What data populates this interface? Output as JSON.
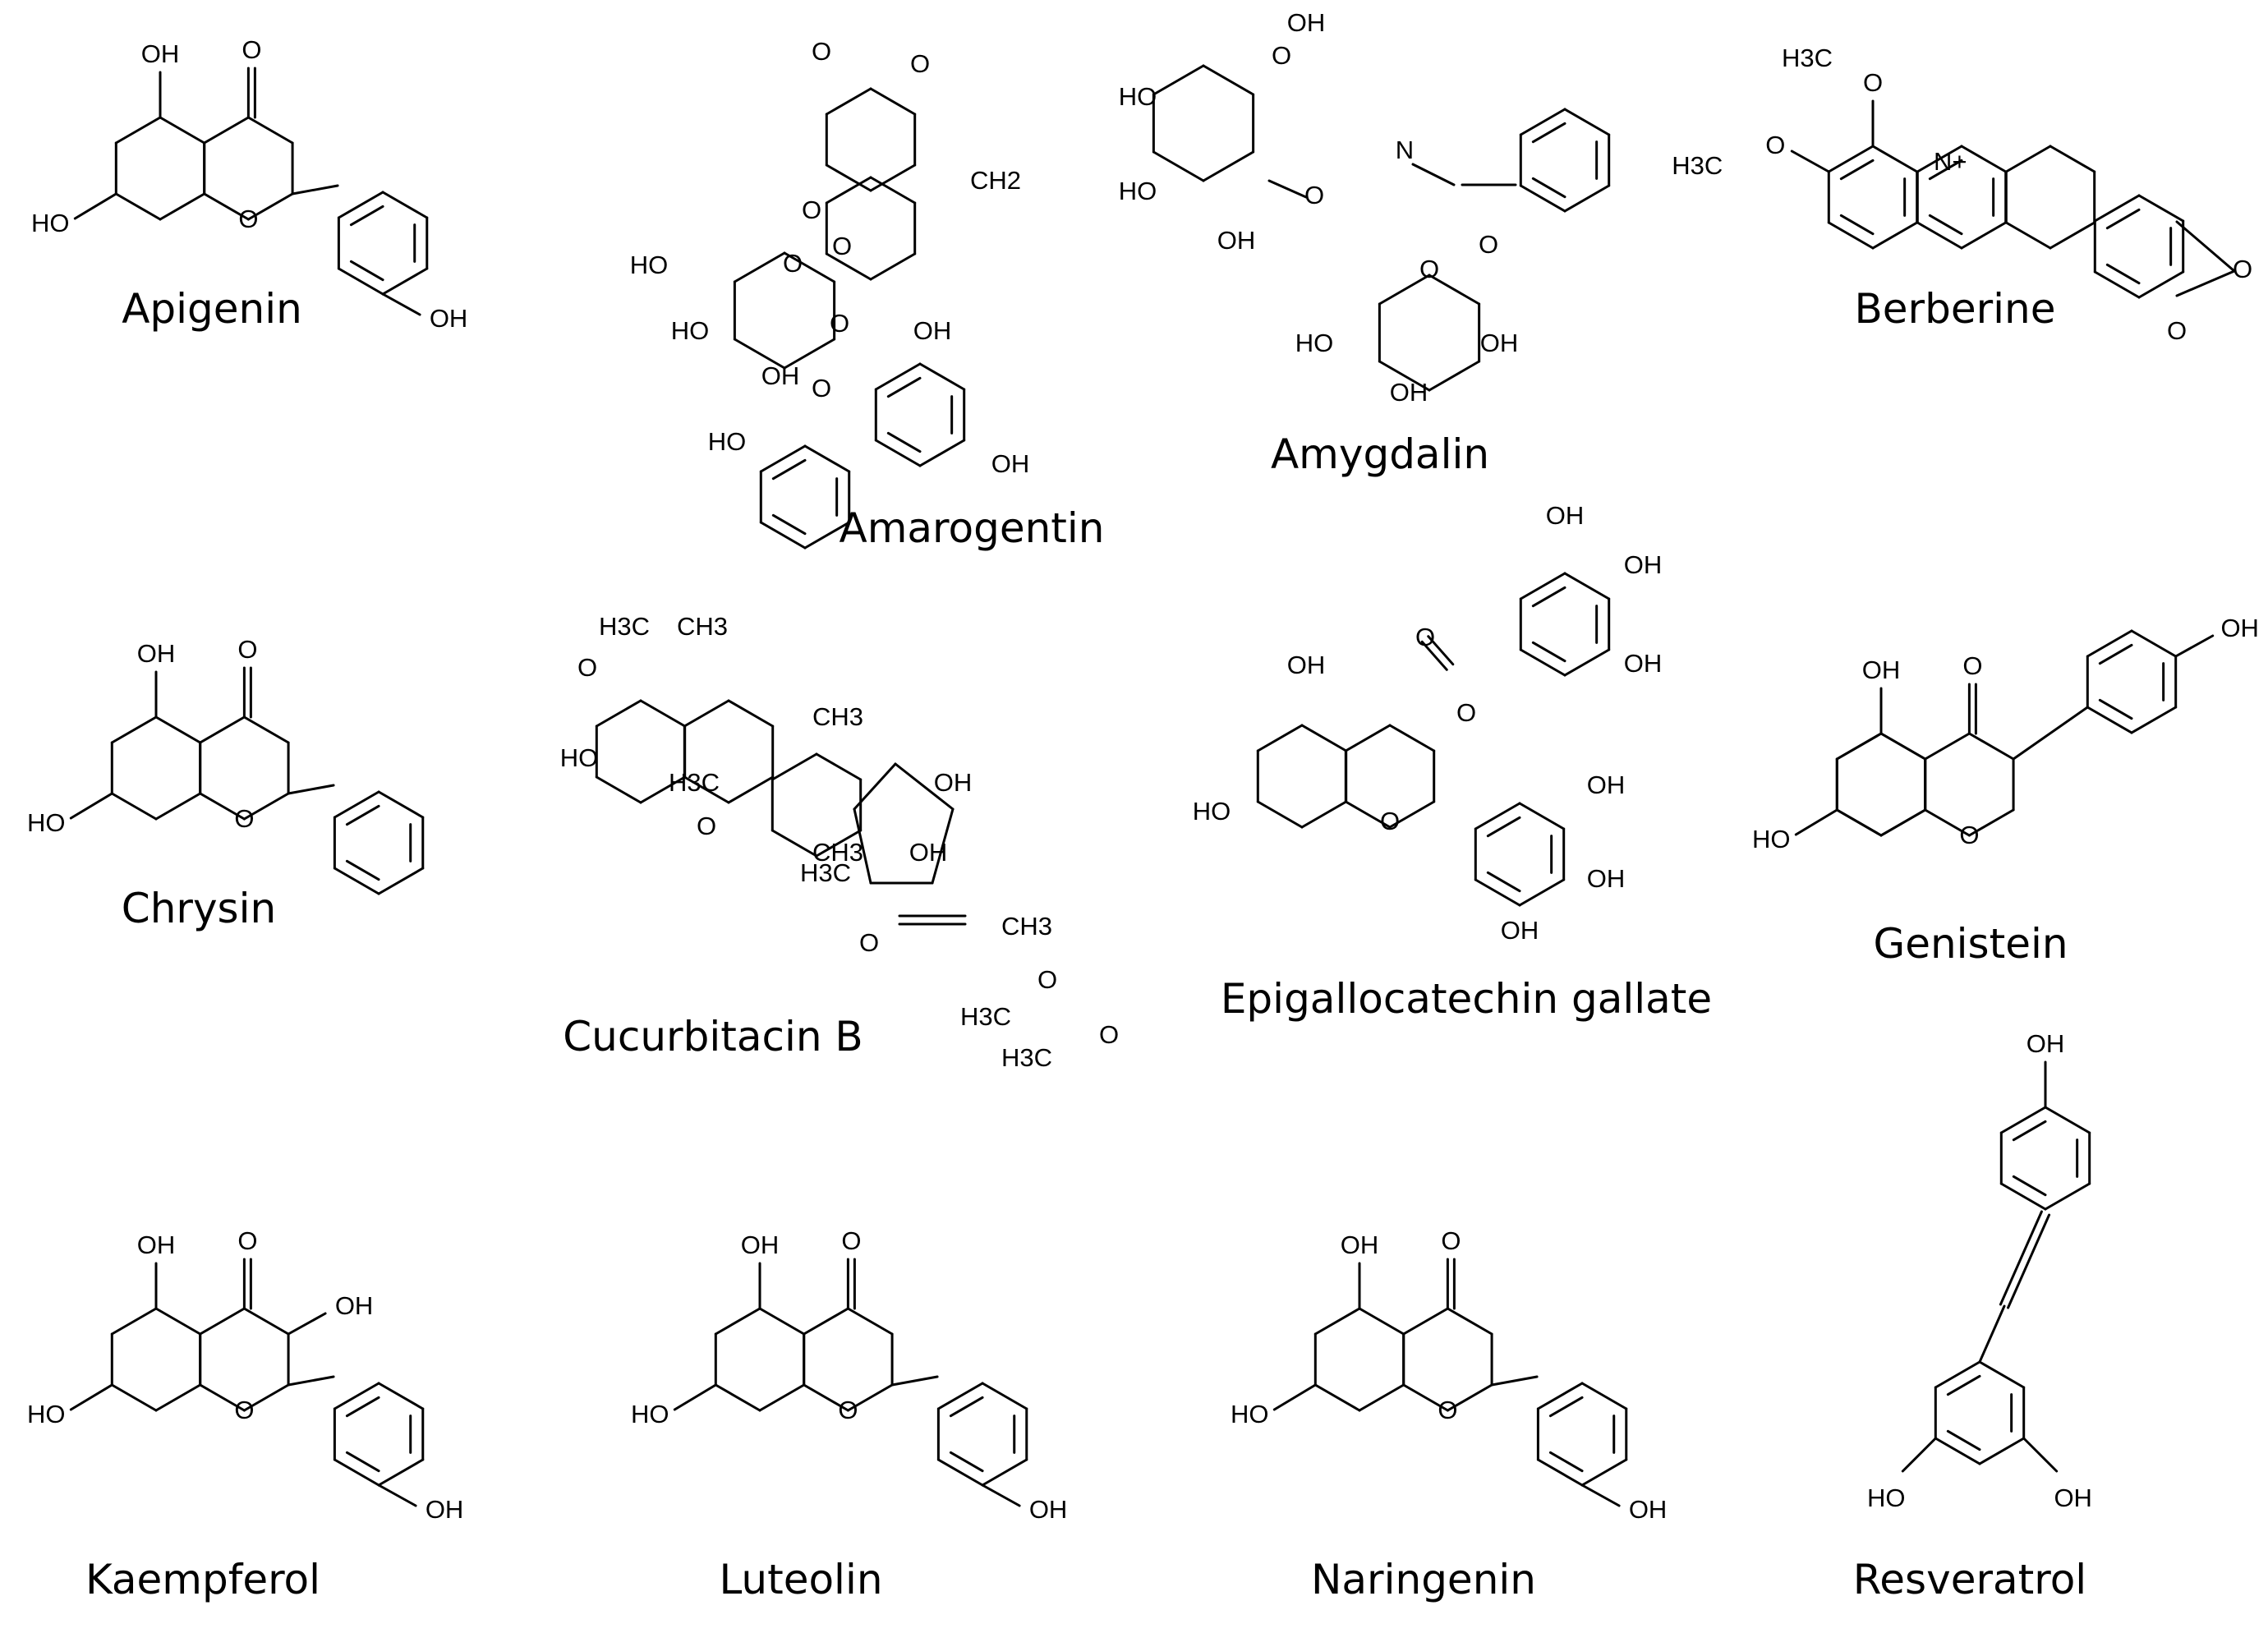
{
  "compounds": [
    {
      "name": "Apigenin"
    },
    {
      "name": "Amarogentin"
    },
    {
      "name": "Amygdalin"
    },
    {
      "name": "Berberine"
    },
    {
      "name": "Chrysin"
    },
    {
      "name": "Cucurbitacin B"
    },
    {
      "name": "Epigallocatechin gallate"
    },
    {
      "name": "Genistein"
    },
    {
      "name": "Kaempferol"
    },
    {
      "name": "Luteolin"
    },
    {
      "name": "Naringenin"
    },
    {
      "name": "Resveratrol"
    }
  ],
  "atom_labels": {
    "oh": "OH",
    "ho": "HO",
    "o": "O",
    "n_plus": "N+",
    "nitrile_n": "N",
    "ch3": "CH3",
    "h3c": "H3C",
    "ch2": "CH2"
  }
}
